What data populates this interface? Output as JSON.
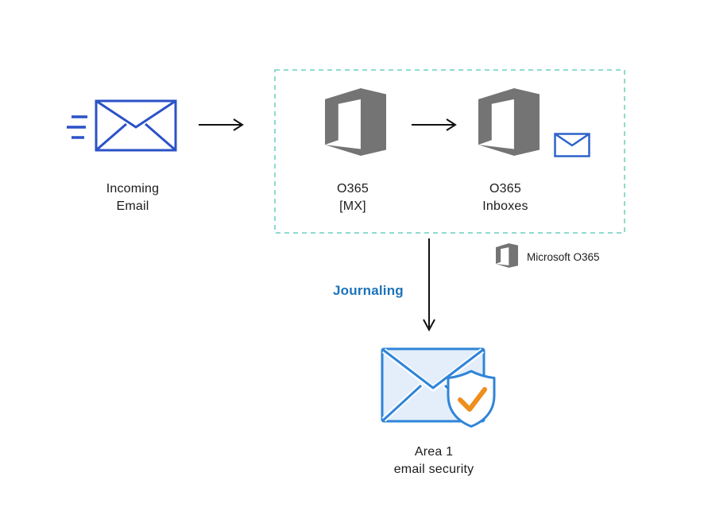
{
  "diagram": {
    "nodes": {
      "incoming_email": {
        "line1": "Incoming",
        "line2": "Email"
      },
      "o365_mx": {
        "line1": "O365",
        "line2": "[MX]"
      },
      "o365_inboxes": {
        "line1": "O365",
        "line2": "Inboxes"
      },
      "area1": {
        "line1": "Area 1",
        "line2": "email security"
      }
    },
    "annotations": {
      "journaling_label": "Journaling",
      "legend_label": "Microsoft O365"
    },
    "colors": {
      "incoming_envelope_blue": "#2b52c7",
      "small_envelope_blue": "#2e63c9",
      "office_logo_gray": "#747474",
      "dashed_border_teal": "#7fd7c8",
      "journaling_text_blue": "#1c73bb",
      "area1_envelope_stroke": "#2f85d8",
      "area1_envelope_fill": "#e3eefa",
      "shield_check_orange": "#ee8e1c",
      "arrow_color": "#111111",
      "label_text": "#1c1c1c"
    }
  }
}
